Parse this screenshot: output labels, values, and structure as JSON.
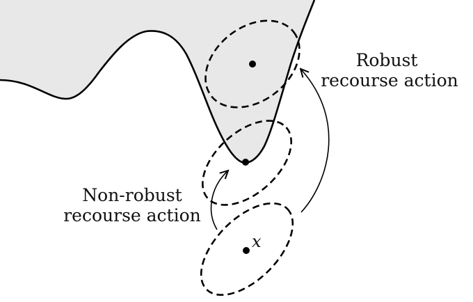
{
  "labels": {
    "robust_line1": "Robust",
    "robust_line2": "recourse action",
    "nonrobust_line1": "Non-robust",
    "nonrobust_line2": "recourse action",
    "point_x": "x"
  },
  "colors": {
    "region_fill": "#e8e8e8",
    "stroke": "#000000"
  }
}
